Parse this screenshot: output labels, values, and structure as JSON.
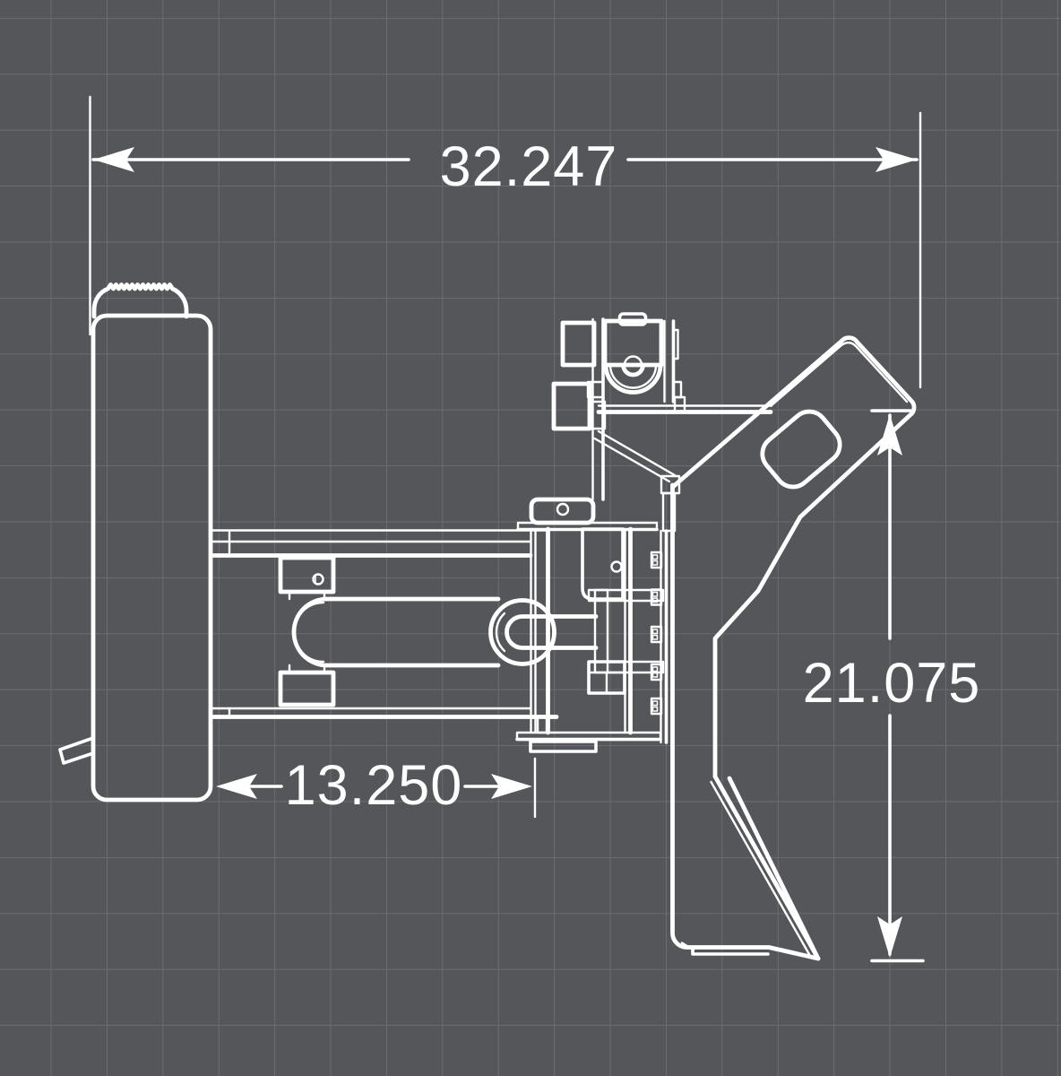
{
  "canvas": {
    "background_color": "#545659",
    "grid_color": "#6e7073",
    "line_color": "#ffffff",
    "label_color": "#fdfdfd"
  },
  "drawing": {
    "type": "technical-blueprint-side-view",
    "subject": "skid-steer-attachment-with-roller-drum-and-quick-attach-plate"
  },
  "dimensions": {
    "overall_width": {
      "value": "32.247"
    },
    "frame_offset": {
      "value": "13.250"
    },
    "plate_height": {
      "value": "21.075"
    }
  }
}
